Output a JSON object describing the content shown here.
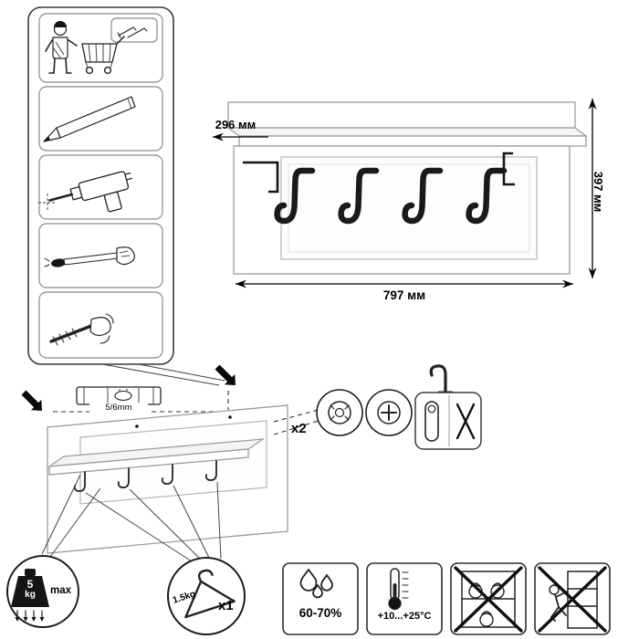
{
  "product": {
    "dim_depth": "296 мм",
    "dim_height": "397 мм",
    "dim_width": "797 мм"
  },
  "installation": {
    "drill_size": "5/6mm",
    "fastener_count": "x2"
  },
  "load_limits": {
    "max_weight_value": "5",
    "max_weight_unit": "kg",
    "max_label": "max",
    "per_hook_weight": "1.5kg",
    "per_hook_count": "x1"
  },
  "conditions": {
    "humidity": "60-70%",
    "temperature": "+10...+25°C"
  },
  "icons": {
    "tool_steps": [
      "purchase-parts",
      "pencil-marking",
      "drill-holes",
      "insert-dowel",
      "mount-screw"
    ],
    "details": [
      "wall-plug-detail",
      "screw-head-detail",
      "keyhole-slot",
      "wall-hook"
    ],
    "limits": [
      "weight-5kg",
      "clothes-hanger"
    ],
    "conditions": [
      "humidity-drops",
      "thermometer",
      "no-heavy-load",
      "no-climbing"
    ]
  }
}
